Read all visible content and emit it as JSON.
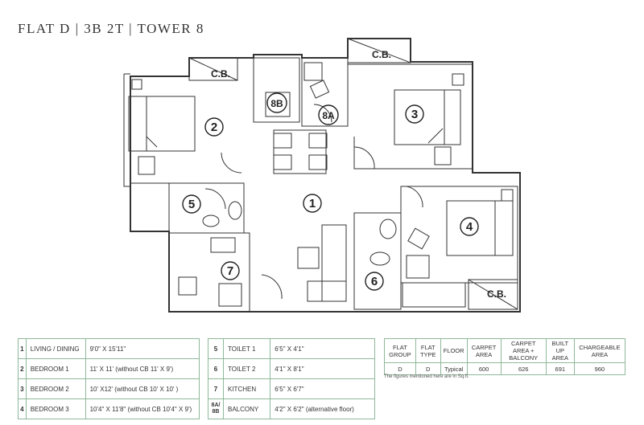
{
  "title": "FLAT D | 3B 2T | TOWER 8",
  "plan": {
    "room_labels": [
      "1",
      "2",
      "3",
      "4",
      "5",
      "6",
      "7",
      "8A",
      "8B"
    ],
    "cupboard_label": "C.B."
  },
  "rooms_left": [
    {
      "no": "1",
      "name": "LIVING / DINING",
      "size": "9'0\" X 15'11\""
    },
    {
      "no": "2",
      "name": "BEDROOM 1",
      "size": "11' X 11' (without CB 11' X 9')"
    },
    {
      "no": "3",
      "name": "BEDROOM 2",
      "size": "10' X12' (without CB 10' X 10' )"
    },
    {
      "no": "4",
      "name": "BEDROOM 3",
      "size": "10'4\" X 11'8\" (without CB 10'4\" X 9')"
    }
  ],
  "rooms_right": [
    {
      "no": "5",
      "name": "TOILET 1",
      "size": "6'5\" X 4'1\""
    },
    {
      "no": "6",
      "name": "TOILET 2",
      "size": "4'1\" X 8'1\""
    },
    {
      "no": "7",
      "name": "KITCHEN",
      "size": "6'5\" X 6'7\""
    },
    {
      "no": "8A/ 8B",
      "name": "BALCONY",
      "size": "4'2\" X 6'2\" (alternative floor)"
    }
  ],
  "area_table": {
    "headers": [
      "FLAT GROUP",
      "FLAT TYPE",
      "FLOOR",
      "CARPET AREA",
      "CARPET AREA + BALCONY",
      "BUILT UP AREA",
      "CHARGEABLE AREA"
    ],
    "values": [
      "D",
      "D",
      "Typical",
      "600",
      "626",
      "691",
      "960"
    ]
  },
  "note": "The figures mentioned here are in Sq.ft."
}
